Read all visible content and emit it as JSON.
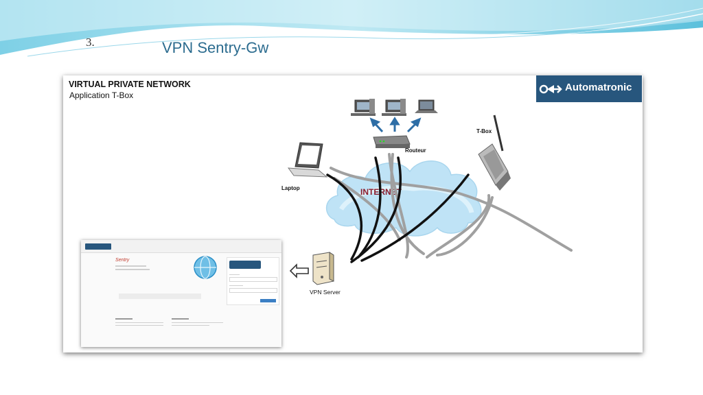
{
  "slide": {
    "number": "3.",
    "title": "VPN Sentry-Gw"
  },
  "panel": {
    "title": "VIRTUAL PRIVATE NETWORK",
    "subtitle": "Application T-Box",
    "logo_text": "Automatronic"
  },
  "diagram": {
    "router_label": "Routeur",
    "laptop_label": "Laptop",
    "internet_label": "INTERNET",
    "tbox_label": "T-Box",
    "vpn_server_label": "VPN Server"
  },
  "login_screenshot": {
    "brand": "Sentry"
  },
  "colors": {
    "title_blue": "#2c6c8f",
    "logo_bg": "#27567d",
    "internet_text": "#8b1c2c",
    "cloud": "#bfe3f6"
  }
}
